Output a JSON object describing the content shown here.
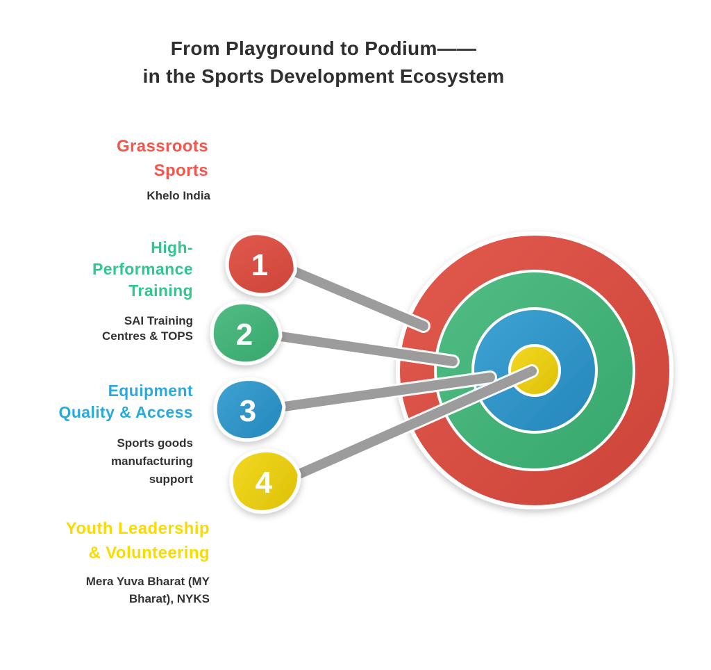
{
  "title": {
    "line1": "From Playground to Podium——",
    "line2": "in the Sports Development Ecosystem"
  },
  "items": [
    {
      "number": "1",
      "color": "red",
      "label_lines": [
        "Grassroots",
        "Sports"
      ],
      "sub_lines": [
        "Khelo India"
      ],
      "target_ring": "outer-red"
    },
    {
      "number": "2",
      "color": "green",
      "label_lines": [
        "High-",
        "Performance",
        "Training"
      ],
      "sub_lines": [
        "SAI Training",
        "Centres & TOPS"
      ],
      "target_ring": "green"
    },
    {
      "number": "3",
      "color": "blue",
      "label_lines": [
        "Equipment",
        "Quality & Access"
      ],
      "sub_lines": [
        "Sports goods",
        "manufacturing",
        "support"
      ],
      "target_ring": "blue"
    },
    {
      "number": "4",
      "color": "yellow",
      "label_lines": [
        "Youth Leadership",
        "& Volunteering"
      ],
      "sub_lines": [
        "Mera Yuva Bharat (MY",
        "Bharat), NYKS"
      ],
      "target_ring": "yellow-bullseye"
    }
  ],
  "colors": {
    "title_text": "#2f2f2f",
    "sub_text": "#333333",
    "red_text": "#f4564c",
    "green_text": "#2ec78e",
    "blue_text": "#28aae1",
    "yellow_text": "#f9db00",
    "red_light": "#e25a4e",
    "red_dark": "#cc4338",
    "green_light": "#52bd85",
    "green_dark": "#36a76c",
    "blue_light": "#3fa3d3",
    "blue_dark": "#2486bb",
    "yellow_light": "#f2d921",
    "yellow_dark": "#ddc009",
    "arrow_gray": "#9c9c9c",
    "outline_white": "#ffffff"
  }
}
